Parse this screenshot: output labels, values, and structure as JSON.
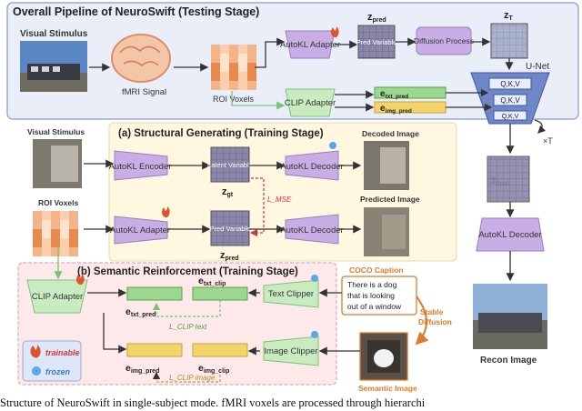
{
  "titles": {
    "pipeline": "Overall Pipeline of NeuroSwift (Testing Stage)",
    "structural": "(a) Structural Generating (Training Stage)",
    "semantic": "(b) Semantic Reinforcement (Training Stage)"
  },
  "labels": {
    "visual_stimulus": "Visual Stimulus",
    "fmri_signal": "fMRI Signal",
    "roi_voxels": "ROI Voxels",
    "autokl_adapter": "AutoKL Adapter",
    "clip_adapter": "CLIP Adapter",
    "pred_variable": "Pred Variable",
    "diffusion_process": "Diffusion Process",
    "unet": "U-Net",
    "qkv": "Q,K,V",
    "times_t": "×T",
    "autokl_decoder": "AutoKL Decoder",
    "recon_image": "Recon Image",
    "visual_stimulus_a": "Visual Stimulus",
    "roi_voxels_a": "ROI Voxels",
    "autokl_encoder": "AutoKL Encoder",
    "latent_variable": "Latent Variable",
    "decoded_image": "Decoded Image",
    "predicted_image": "Predicted Image",
    "l_mse": "L_MSE",
    "text_clipper": "Text Clipper",
    "image_clipper": "Image Clipper",
    "coco_caption": "COCO Caption",
    "caption_text": [
      "There is a dog",
      "that is looking",
      "out of a window"
    ],
    "stable_diffusion": [
      "Stable",
      "Diffusion"
    ],
    "semantic_image": "Semantic Image",
    "l_clip_text": "L_CLIP text",
    "l_clip_image": "L_CLIP image",
    "trainable": "trainable",
    "frozen": "frozen"
  },
  "math": {
    "z_pred": "z",
    "z_pred_sub": "pred",
    "z_T": "z",
    "z_T_sub": "T",
    "z_gt": "z",
    "z_gt_sub": "gt",
    "z_final": "z",
    "z_final_sub": "final",
    "e_txt_pred": "e",
    "e_txt_pred_sub": "txt_pred",
    "e_img_pred": "e",
    "e_img_pred_sub": "img_pred",
    "e_txt_clip": "e",
    "e_txt_clip_sub": "txt_clip",
    "e_img_clip": "e",
    "e_img_clip_sub": "img_clip"
  },
  "caption": "Structure of NeuroSwift in single-subject mode. fMRI voxels are processed through hierarchi",
  "colors": {
    "accent_purple": "#b99ad8",
    "accent_green": "#a9d8a0",
    "accent_yellow": "#f3c64a",
    "trainable_flame": "#e0522a",
    "frozen_blue": "#5aa6e6"
  }
}
